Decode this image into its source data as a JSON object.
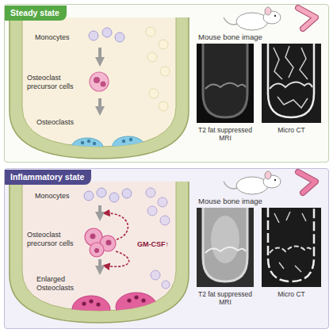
{
  "diagram": {
    "nodes": [
      {
        "text": [
          "Steady state"
        ]
      },
      {
        "text": [
          "Monocytes"
        ],
        "in": 0
      },
      {
        "text": [
          "Osteoclast precursor cells"
        ],
        "in": 0
      },
      {
        "text": [
          "Osteoclasts"
        ],
        "in": 0
      },
      {
        "text": [
          "Inflammatory state"
        ]
      },
      {
        "text": [
          "Monocytes"
        ],
        "in": 4
      },
      {
        "text": [
          "Osteoclast precursor cells"
        ],
        "in": 4
      },
      {
        "text": [
          "Enlarged Osteoclasts"
        ],
        "in": 4
      }
    ],
    "edges": [
      {
        "from": 1,
        "to": 2,
        "arrow": "to"
      },
      {
        "from": 2,
        "to": 3,
        "arrow": "to"
      },
      {
        "from": 5,
        "to": 6,
        "arrow": "to"
      },
      {
        "from": 6,
        "to": 7,
        "arrow": "to"
      }
    ],
    "labels": [
      "Mouse bone image",
      "T2 fat suppressed MRI",
      "Micro CT",
      "GM-CSF↑",
      "Mouse bone image",
      "T2 fat suppressed MRI",
      "Micro CT"
    ]
  }
}
